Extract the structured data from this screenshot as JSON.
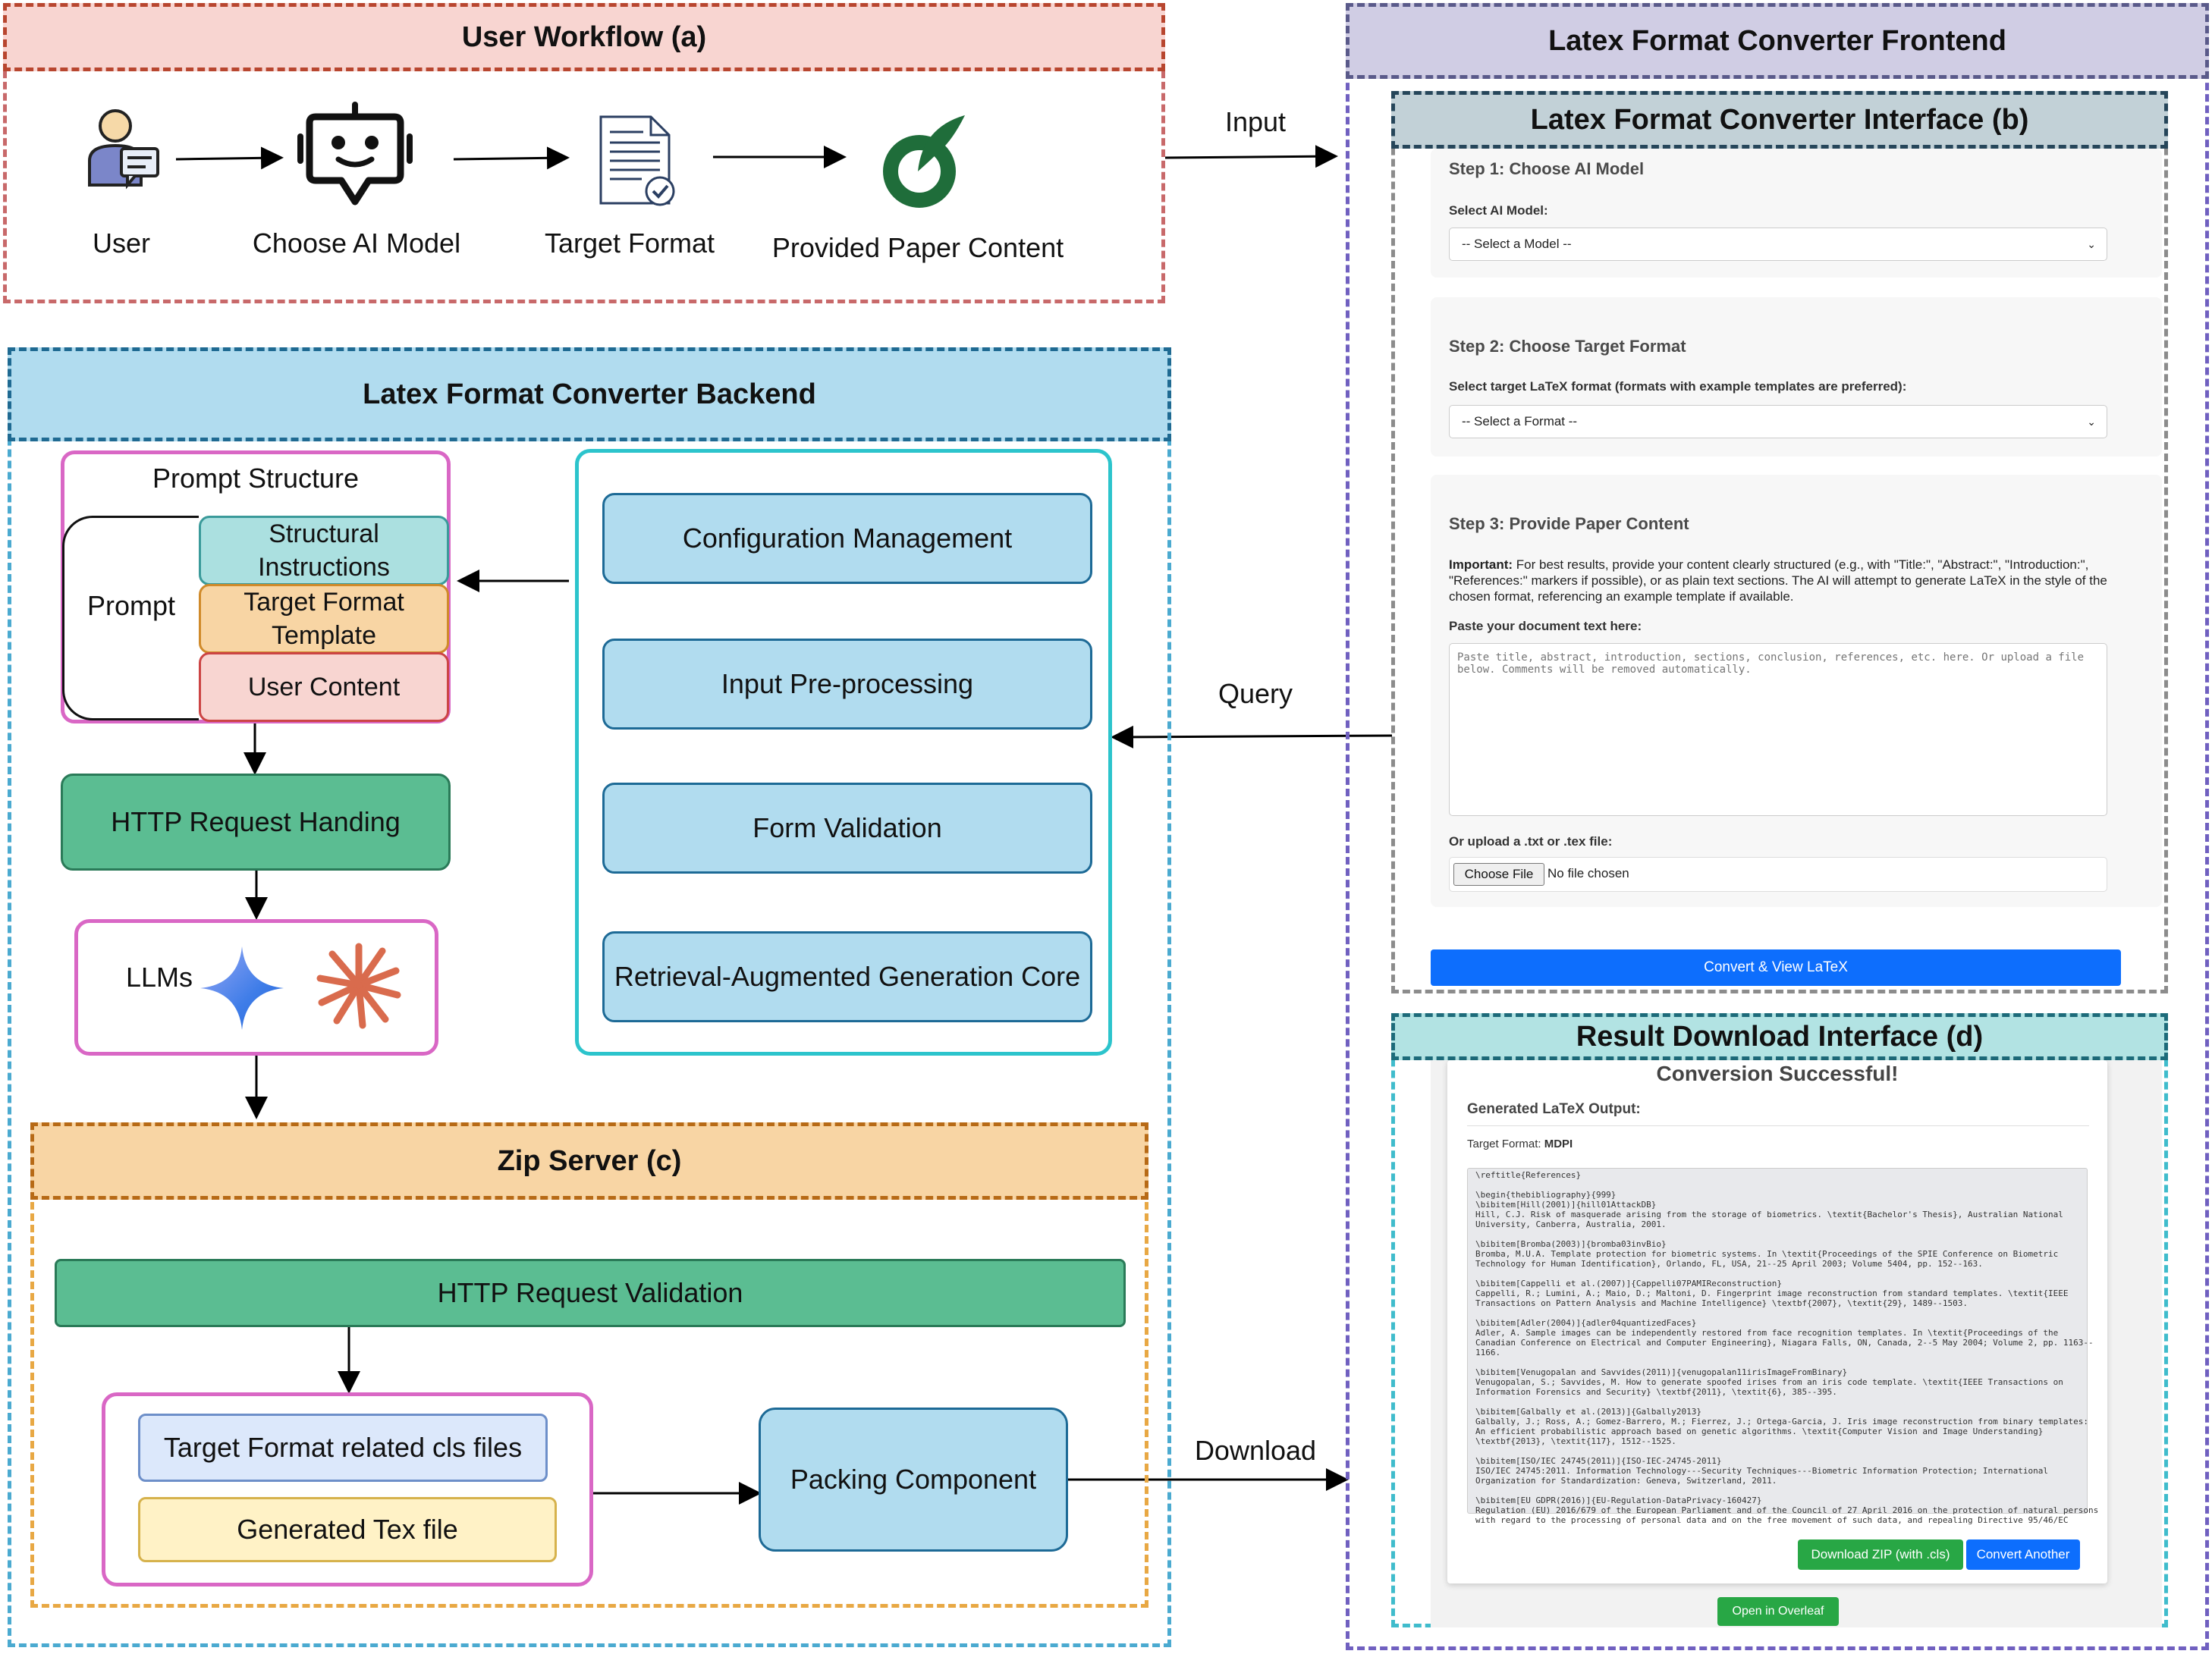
{
  "colors": {
    "workflow_header_bg": "#f8d5d1",
    "frontend_header_bg": "#d0cde4",
    "backend_header_bg": "#b1dcef",
    "zip_header_bg": "#f8d5a4",
    "interface_header_bg": "#c2d1d7",
    "result_header_bg": "#b2e3e3",
    "node_blue": "#b1dcef",
    "node_green": "#5bbd92",
    "primary_button": "#0d6efd",
    "success_button": "#28a745"
  },
  "workflow": {
    "title": "User Workflow (a)",
    "steps": [
      {
        "label": "User",
        "icon": "user-chat-icon"
      },
      {
        "label": "Choose AI Model",
        "icon": "robot-icon"
      },
      {
        "label": "Target Format",
        "icon": "document-check-icon"
      },
      {
        "label": "Provided Paper Content",
        "icon": "overleaf-logo-icon"
      }
    ]
  },
  "arrows": {
    "input": "Input",
    "query": "Query",
    "download": "Download"
  },
  "backend": {
    "title": "Latex Format Converter Backend",
    "prompt_structure": {
      "title": "Prompt Structure",
      "prompt_label": "Prompt",
      "parts": [
        "Structural Instructions",
        "Target Format Template",
        "User Content"
      ]
    },
    "http_request": "HTTP Request Handing",
    "llms_label": "LLMs",
    "pipeline": [
      "Configuration Management",
      "Input Pre-processing",
      "Form Validation",
      "Retrieval-Augmented Generation Core"
    ]
  },
  "zip": {
    "title": "Zip Server (c)",
    "validation": "HTTP Request Validation",
    "files": [
      "Target Format related cls files",
      "Generated Tex file"
    ],
    "packing": "Packing Component"
  },
  "frontend": {
    "title": "Latex Format Converter Frontend",
    "interface": {
      "title": "Latex Format Converter Interface (b)",
      "step1": {
        "title": "Step 1: Choose AI Model",
        "label": "Select AI Model:",
        "select_value": "-- Select a Model --"
      },
      "step2": {
        "title": "Step 2: Choose Target Format",
        "label": "Select target LaTeX format (formats with example templates are preferred):",
        "select_value": "-- Select a Format --"
      },
      "step3": {
        "title": "Step 3: Provide Paper Content",
        "important_label": "Important:",
        "important_text": " For best results, provide your content clearly structured (e.g., with \"Title:\", \"Abstract:\", \"Introduction:\", \"References:\" markers if possible), or as plain text sections. The AI will attempt to generate LaTeX in the style of the chosen format, referencing an example template if available.",
        "paste_label": "Paste your document text here:",
        "textarea_placeholder": "Paste title, abstract, introduction, sections, conclusion, references, etc. here. Or upload a file below. Comments will be removed automatically.",
        "upload_label": "Or upload a .txt or .tex file:",
        "choose_file": "Choose File",
        "no_file": "No file chosen"
      },
      "convert_button": "Convert & View LaTeX"
    },
    "result": {
      "title": "Result Download Interface (d)",
      "success": "Conversion Successful!",
      "output_label": "Generated LaTeX Output:",
      "target_format_label": "Target Format: ",
      "target_format_value": "MDPI",
      "code": "\\reftitle{References}\n\n\\begin{thebibliography}{999}\n\\bibitem[Hill(2001)]{hill01AttackDB}\nHill, C.J. Risk of masquerade arising from the storage of biometrics. \\textit{Bachelor's Thesis}, Australian National\nUniversity, Canberra, Australia, 2001.\n\n\\bibitem[Bromba(2003)]{bromba03invBio}\nBromba, M.U.A. Template protection for biometric systems. In \\textit{Proceedings of the SPIE Conference on Biometric\nTechnology for Human Identification}, Orlando, FL, USA, 21--25 April 2003; Volume 5404, pp. 152--163.\n\n\\bibitem[Cappelli et al.(2007)]{Cappelli07PAMIReconstruction}\nCappelli, R.; Lumini, A.; Maio, D.; Maltoni, D. Fingerprint image reconstruction from standard templates. \\textit{IEEE\nTransactions on Pattern Analysis and Machine Intelligence} \\textbf{2007}, \\textit{29}, 1489--1503.\n\n\\bibitem[Adler(2004)]{adler04quantizedFaces}\nAdler, A. Sample images can be independently restored from face recognition templates. In \\textit{Proceedings of the\nCanadian Conference on Electrical and Computer Engineering}, Niagara Falls, ON, Canada, 2--5 May 2004; Volume 2, pp. 1163--\n1166.\n\n\\bibitem[Venugopalan and Savvides(2011)]{venugopalan11irisImageFromBinary}\nVenugopalan, S.; Savvides, M. How to generate spoofed irises from an iris code template. \\textit{IEEE Transactions on\nInformation Forensics and Security} \\textbf{2011}, \\textit{6}, 385--395.\n\n\\bibitem[Galbally et al.(2013)]{Galbally2013}\nGalbally, J.; Ross, A.; Gomez-Barrero, M.; Fierrez, J.; Ortega-Garcia, J. Iris image reconstruction from binary templates:\nAn efficient probabilistic approach based on genetic algorithms. \\textit{Computer Vision and Image Understanding}\n\\textbf{2013}, \\textit{117}, 1512--1525.\n\n\\bibitem[ISO/IEC 24745(2011)]{ISO-IEC-24745-2011}\nISO/IEC 24745:2011. Information Technology---Security Techniques---Biometric Information Protection; International\nOrganization for Standardization: Geneva, Switzerland, 2011.\n\n\\bibitem[EU GDPR(2016)]{EU-Regulation-DataPrivacy-160427}\nRegulation (EU) 2016/679 of the European Parliament and of the Council of 27 April 2016 on the protection of natural persons\nwith regard to the processing of personal data and on the free movement of such data, and repealing Directive 95/46/EC",
      "download_button": "Download ZIP (with .cls)",
      "convert_another": "Convert Another",
      "overleaf_button": "Open in Overleaf"
    }
  }
}
